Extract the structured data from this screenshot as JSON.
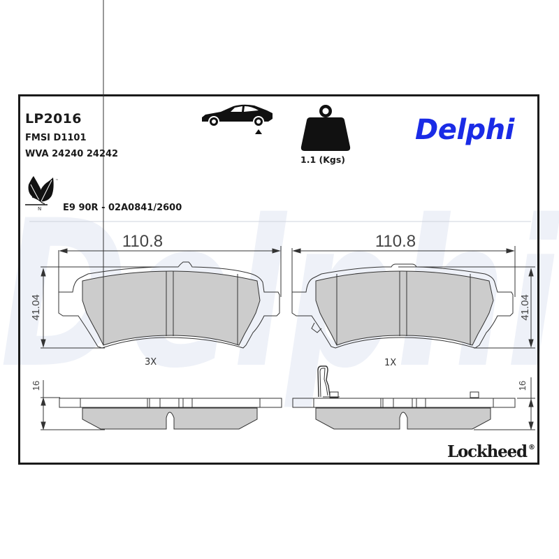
{
  "header": {
    "part_number": "LP2016",
    "fmsi": "FMSI D1101",
    "wva": "WVA 24240 24242",
    "ece_approval": "E9 90R - 02A0841/2600",
    "weight": "1.1 (Kgs)"
  },
  "icons": {
    "vehicle_axle": "car-rear-axle-icon",
    "weight": "weight-icon",
    "eco": "leaf-icon",
    "eco_tm": "™",
    "eco_label": "N"
  },
  "brand": {
    "name": "Delphi",
    "color": "#1a2be6",
    "watermark_text": "Delphi",
    "watermark_color": "#eef1f8",
    "sub_brand": "Lockheed",
    "sub_brand_mark": "®"
  },
  "drawings": {
    "left_pad": {
      "width_dim": "110.8",
      "height_dim": "41.04",
      "thickness_dim": "16",
      "quantity": "3X"
    },
    "right_pad": {
      "width_dim": "110.8",
      "height_dim": "41.04",
      "thickness_dim": "16",
      "quantity": "1X"
    },
    "pad_fill_color": "#cccccc",
    "line_color": "#333333"
  }
}
